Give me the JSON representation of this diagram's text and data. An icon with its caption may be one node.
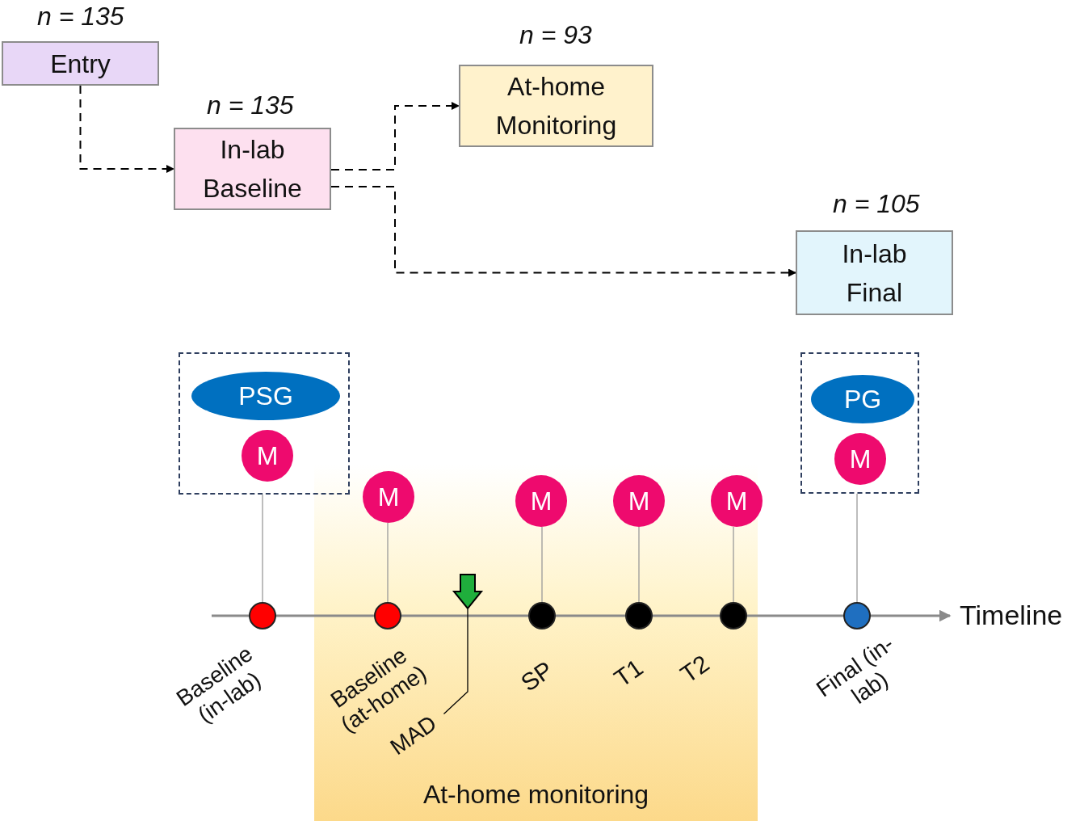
{
  "diagram": {
    "nodes": [
      {
        "text": [
          "Entry"
        ],
        "beside": [
          "n = 135"
        ]
      },
      {
        "text": [
          "In-lab Baseline"
        ],
        "beside": [
          "n = 135"
        ]
      },
      {
        "text": [
          "At-home Monitoring"
        ],
        "beside": [
          "n = 93"
        ]
      },
      {
        "text": [
          "In-lab Final"
        ],
        "beside": [
          "n = 105"
        ]
      },
      {
        "text": [],
        "shape": "box"
      },
      {
        "text": [
          "PSG"
        ],
        "in": 4
      },
      {
        "text": [
          "M"
        ],
        "in": 4
      },
      {
        "text": [],
        "shape": "box"
      },
      {
        "text": [
          "PG"
        ],
        "in": 7
      },
      {
        "text": [
          "M"
        ],
        "in": 7
      },
      {
        "text": [
          "At-home monitoring"
        ]
      },
      {
        "text": [
          "M"
        ],
        "in": 10
      },
      {
        "text": [
          "M"
        ],
        "in": 10
      },
      {
        "text": [
          "M"
        ],
        "in": 10
      },
      {
        "text": [
          "M"
        ],
        "in": 10
      },
      {
        "text": [],
        "shape": "circle",
        "beside": [
          "Baseline (in-lab)"
        ]
      },
      {
        "text": [],
        "shape": "circle",
        "in": 10
      },
      {
        "text": [],
        "shape": "circle",
        "in": 10,
        "beside": [
          "SP"
        ]
      },
      {
        "text": [],
        "shape": "circle",
        "in": 10,
        "beside": [
          "T1"
        ]
      },
      {
        "text": [],
        "shape": "circle",
        "in": 10,
        "beside": [
          "T2"
        ]
      },
      {
        "text": [],
        "shape": "circle",
        "beside": [
          "Final (in-lab)"
        ]
      },
      {
        "text": [],
        "shape": "arrow",
        "in": 10
      },
      {
        "text": [
          "MAD"
        ],
        "in": 10
      }
    ],
    "edges": [
      {
        "from": 0,
        "to": 1,
        "arrow": "to",
        "style": "dashed",
        "color": "#000000"
      },
      {
        "from": 1,
        "to": 2,
        "arrow": "to",
        "style": "dashed",
        "color": "#000000"
      },
      {
        "from": 1,
        "to": 3,
        "arrow": "to",
        "style": "dashed",
        "color": "#000000"
      },
      {
        "from": 4,
        "to": 15,
        "arrow": "none"
      },
      {
        "from": 11,
        "to": 16,
        "arrow": "none"
      },
      {
        "from": 12,
        "to": 17,
        "arrow": "none"
      },
      {
        "from": 13,
        "to": 18,
        "arrow": "none"
      },
      {
        "from": 14,
        "to": 19,
        "arrow": "none"
      },
      {
        "from": 7,
        "to": 20,
        "arrow": "none"
      },
      {
        "from": 22,
        "to": 21,
        "arrow": "none",
        "color": "#000000"
      }
    ],
    "labels": [
      "Timeline",
      "Baseline (at-home)"
    ]
  }
}
